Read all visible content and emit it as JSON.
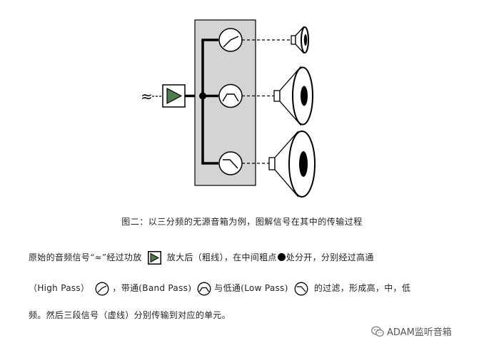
{
  "diagram": {
    "input_symbol": "≈"
  },
  "caption": "图二：以三分频的无源音箱为例，图解信号在其中的传输过程",
  "paragraph": {
    "p1_a": "原始的音频信号“≈”经过功放",
    "p1_b": "放大后（粗线），在中间粗点",
    "p1_c": "处分开，分别经过高通",
    "p2_a": "（",
    "p2_high": "High Pass",
    "p2_b": "）",
    "p2_c": "，带通(",
    "p2_band": "Band Pass",
    "p2_d": ")",
    "p2_e": "与低通(",
    "p2_low": "Low Pass",
    "p2_f": ")",
    "p2_g": "的过滤，形成高，中，低",
    "p3": "频。然后三段信号（虚线）分别传输到对应的单元。"
  },
  "watermark": {
    "text": "ADAM监听音箱",
    "icon": "wechat-icon"
  },
  "colors": {
    "amp_fill": "#4e7a4e",
    "crossover_box": "#d4d4d4",
    "line": "#000000"
  }
}
